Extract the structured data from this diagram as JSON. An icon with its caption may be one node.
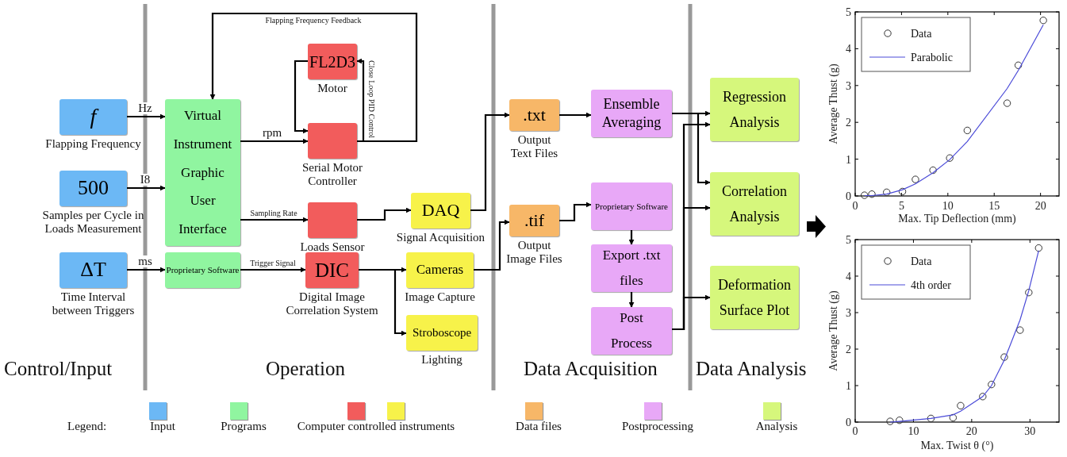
{
  "diagram": {
    "nodes": [
      {
        "text": [
          "f"
        ],
        "beside": [
          "Flapping Frequency"
        ]
      },
      {
        "text": [
          "500"
        ],
        "beside": [
          "Samples per Cycle in Loads Measurement"
        ]
      },
      {
        "text": [
          "ΔT"
        ],
        "beside": [
          "Time Interval between Triggers"
        ]
      },
      {
        "text": [
          "Virtual Instrument Graphic User Interface"
        ]
      },
      {
        "text": [
          "Proprietary Software"
        ]
      },
      {
        "text": [
          "FL2D3"
        ],
        "beside": [
          "Motor"
        ]
      },
      {
        "text": [],
        "shape": "box",
        "beside": [
          "Serial Motor Controller"
        ]
      },
      {
        "text": [],
        "shape": "box",
        "beside": [
          "Loads Sensor"
        ]
      },
      {
        "text": [
          "DIC"
        ],
        "beside": [
          "Digital Image Correlation System"
        ]
      },
      {
        "text": [
          "DAQ"
        ],
        "beside": [
          "Signal Acquisition"
        ]
      },
      {
        "text": [
          "Cameras"
        ],
        "beside": [
          "Image Capture"
        ]
      },
      {
        "text": [
          "Stroboscope"
        ],
        "beside": [
          "Lighting"
        ]
      },
      {
        "text": [
          ".txt"
        ],
        "beside": [
          "Output Text Files"
        ]
      },
      {
        "text": [
          ".tif"
        ],
        "beside": [
          "Output Image Files"
        ]
      },
      {
        "text": [
          "Ensemble Averaging"
        ]
      },
      {
        "text": [
          "Proprietary Software"
        ]
      },
      {
        "text": [
          "Export .txt files"
        ]
      },
      {
        "text": [
          "Post Process"
        ]
      },
      {
        "text": [
          "Regression Analysis"
        ]
      },
      {
        "text": [
          "Correlation Analysis"
        ]
      },
      {
        "text": [
          "Deformation Surface Plot"
        ]
      },
      {
        "text": [],
        "shape": "arrow"
      }
    ],
    "edges": [
      {
        "from": 0,
        "to": 3,
        "arrow": "to",
        "label": "Hz"
      },
      {
        "from": 1,
        "to": 3,
        "arrow": "to",
        "label": "I8"
      },
      {
        "from": 2,
        "to": 4,
        "arrow": "to",
        "label": "ms"
      },
      {
        "from": 3,
        "to": 6,
        "arrow": "to",
        "label": "rpm"
      },
      {
        "from": 5,
        "to": 6,
        "arrow": "to"
      },
      {
        "from": 6,
        "to": 5,
        "arrow": "to",
        "label": "Close Loop PID Control"
      },
      {
        "from": 6,
        "to": 3,
        "arrow": "to",
        "label": "Flapping Frequency Feedback"
      },
      {
        "from": 3,
        "to": 7,
        "arrow": "to",
        "label": "Sampling Rate"
      },
      {
        "from": 4,
        "to": 8,
        "arrow": "to",
        "label": "Trigger Signal"
      },
      {
        "from": 7,
        "to": 9,
        "arrow": "to"
      },
      {
        "from": 8,
        "to": 10,
        "arrow": "to"
      },
      {
        "from": 8,
        "to": 11,
        "arrow": "to"
      },
      {
        "from": 9,
        "to": 12,
        "arrow": "to"
      },
      {
        "from": 10,
        "to": 13,
        "arrow": "to"
      },
      {
        "from": 12,
        "to": 14,
        "arrow": "to"
      },
      {
        "from": 13,
        "to": 15,
        "arrow": "to"
      },
      {
        "from": 15,
        "to": 16,
        "arrow": "to"
      },
      {
        "from": 16,
        "to": 17,
        "arrow": "to"
      },
      {
        "from": 14,
        "to": 18,
        "arrow": "to"
      },
      {
        "from": 14,
        "to": 19,
        "arrow": "to"
      },
      {
        "from": 17,
        "to": 18,
        "arrow": "to"
      },
      {
        "from": 17,
        "to": 19,
        "arrow": "to"
      },
      {
        "from": 17,
        "to": 20,
        "arrow": "to"
      }
    ],
    "labels": [
      "Control/Input",
      "Operation",
      "Data Acquisition",
      "Data Analysis",
      "Legend:"
    ],
    "legend": [
      {
        "text": "Input",
        "color": "#6cb8f5"
      },
      {
        "text": "Programs",
        "color": "#90f5a0"
      },
      {
        "text": "Computer controlled instruments",
        "color": "#f25c5c"
      },
      {
        "text": "Data files",
        "color": "#f7b768"
      },
      {
        "text": "Postprocessing",
        "color": "#e8a8f7"
      },
      {
        "text": "Analysis",
        "color": "#d6f77c"
      }
    ],
    "chart_data": [
      {
        "type": "scatter",
        "xlabel": "Max. Tip Deflection (mm)",
        "ylabel": "Average Thust (g)",
        "x": [
          1,
          1.8,
          3.4,
          5.1,
          6.5,
          8.4,
          10.2,
          12.1,
          16.4,
          17.6,
          20.3
        ],
        "series": [
          {
            "name": "Data",
            "color": "#333333",
            "values": [
              0.02,
              0.05,
              0.1,
              0.12,
              0.45,
              0.7,
              1.03,
              1.78,
              2.52,
              3.55,
              4.77
            ]
          },
          {
            "name": "Parabolic",
            "type": "line",
            "color": "#4a4ad8",
            "values": [
              0.01,
              0.01,
              0.05,
              0.17,
              0.33,
              0.63,
              0.99,
              1.48,
              2.92,
              3.41,
              4.65
            ]
          }
        ],
        "legend": "upper left",
        "xlim": [
          0,
          22
        ],
        "ylim": [
          0,
          5
        ],
        "xticks": [
          0,
          5,
          10,
          15,
          20
        ],
        "yticks": [
          0,
          1,
          2,
          3,
          4,
          5
        ]
      },
      {
        "type": "scatter",
        "xlabel": "Max. Twist θ (°)",
        "ylabel": "Average Thust (g)",
        "x": [
          6,
          7.6,
          13,
          16.8,
          18.1,
          21.9,
          23.4,
          25.6,
          28.3,
          29.8,
          31.5
        ],
        "series": [
          {
            "name": "Data",
            "color": "#333333",
            "values": [
              0.02,
              0.05,
              0.1,
              0.12,
              0.45,
              0.7,
              1.03,
              1.78,
              2.52,
              3.55,
              4.77
            ]
          },
          {
            "name": "4th order",
            "type": "line",
            "color": "#4a4ad8",
            "values": [
              0.0,
              0.02,
              0.1,
              0.2,
              0.3,
              0.7,
              1.0,
              1.7,
              2.8,
              3.6,
              4.7
            ]
          }
        ],
        "legend": "upper left",
        "xlim": [
          0,
          35
        ],
        "ylim": [
          0,
          5
        ],
        "xticks": [
          0,
          10,
          20,
          30
        ],
        "yticks": [
          0,
          1,
          2,
          3,
          4,
          5
        ]
      }
    ]
  }
}
